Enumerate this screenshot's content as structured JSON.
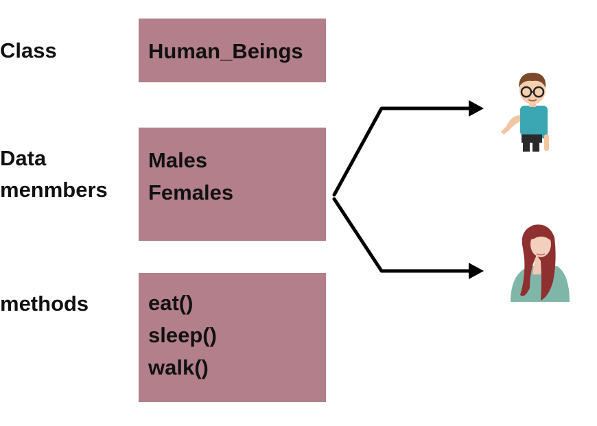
{
  "labels": {
    "class": "Class",
    "data_members": [
      "Data",
      "menmbers"
    ],
    "methods": "methods"
  },
  "boxes": {
    "class": "Human_Beings",
    "data_members": [
      "Males",
      "Females"
    ],
    "methods": [
      "eat()",
      "sleep()",
      "walk()"
    ]
  },
  "colors": {
    "box_fill": "#b27f8a",
    "text": "#111111",
    "arrow": "#000000"
  },
  "icons": [
    "male-avatar-icon",
    "female-avatar-icon"
  ]
}
